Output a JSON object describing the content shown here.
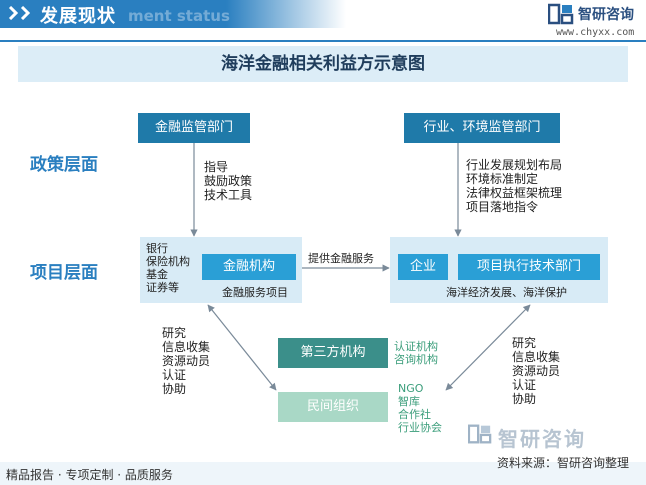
{
  "header": {
    "title": "发展现状",
    "ghost": "ment status",
    "brand": "智研咨询",
    "url": "www.chyxx.com"
  },
  "diagram": {
    "title": "海洋金融相关利益方示意图",
    "layers": {
      "policy": "政策层面",
      "project": "项目层面"
    },
    "policy_boxes": {
      "finance_reg": "金融监管部门",
      "industry_reg": "行业、环境监管部门"
    },
    "left_policy_notes": [
      "指导",
      "鼓励政策",
      "技术工具"
    ],
    "right_policy_notes": [
      "行业发展规划布局",
      "环境标准制定",
      "法律权益框架梳理",
      "项目落地指令"
    ],
    "finance": {
      "side_text": [
        "银行",
        "保险机构",
        "基金",
        "证券等"
      ],
      "inner": "金融机构",
      "caption": "金融服务项目"
    },
    "provide_label": "提供金融服务",
    "enterprise": {
      "inner_left": "企业",
      "inner_right": "项目执行技术部门",
      "caption": "海洋经济发展、海洋保护"
    },
    "third_party": {
      "label": "第三方机构",
      "notes": [
        "认证机构",
        "咨询机构"
      ]
    },
    "civil": {
      "label": "民间组织",
      "notes": [
        "NGO",
        "智库",
        "合作社",
        "行业协会"
      ]
    },
    "left_bottom_notes": [
      "研究",
      "信息收集",
      "资源动员",
      "认证",
      "协助"
    ],
    "right_bottom_notes": [
      "研究",
      "信息收集",
      "资源动员",
      "认证",
      "协助"
    ],
    "watermark": "智研咨询"
  },
  "footer": {
    "left": "精品报告 · 专项定制 · 品质服务",
    "source": "资料来源：智研咨询整理"
  },
  "colors": {
    "primary": "#2a7fc0",
    "dark_box": "#1f7aa9",
    "pale_box": "#d8ebf6",
    "teal": "#3b8f8a",
    "mint": "#a9d8c6"
  }
}
